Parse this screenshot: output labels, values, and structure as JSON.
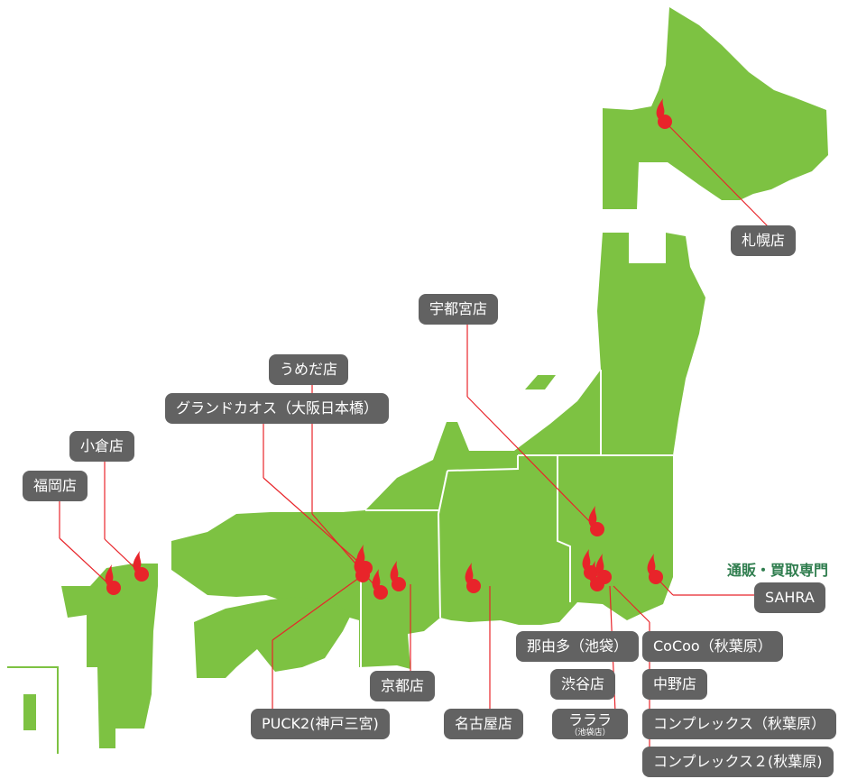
{
  "map": {
    "land_color": "#7dc242",
    "border_color": "#ffffff",
    "pin_color": "#e8242a",
    "leader_color": "#e8242a",
    "label_bg": "#626262",
    "label_text": "#ffffff"
  },
  "heading": "通販・買取専門",
  "stores": [
    {
      "id": "sapporo",
      "label": "札幌店"
    },
    {
      "id": "utsunomiya",
      "label": "宇都宮店"
    },
    {
      "id": "umeda",
      "label": "うめだ店"
    },
    {
      "id": "grand-chaos",
      "label": "グランドカオス（大阪日本橋）"
    },
    {
      "id": "kokura",
      "label": "小倉店"
    },
    {
      "id": "fukuoka",
      "label": "福岡店"
    },
    {
      "id": "sahra",
      "label": "SAHRA"
    },
    {
      "id": "nayuta",
      "label": "那由多（池袋）"
    },
    {
      "id": "cocoo",
      "label": "CoCoo（秋葉原）"
    },
    {
      "id": "shibuya",
      "label": "渋谷店"
    },
    {
      "id": "nakano",
      "label": "中野店"
    },
    {
      "id": "kyoto",
      "label": "京都店"
    },
    {
      "id": "rarara",
      "label": "ラララ",
      "sub": "（池袋店）"
    },
    {
      "id": "complex",
      "label": "コンプレックス（秋葉原）"
    },
    {
      "id": "puck2",
      "label": "PUCK2(神戸三宮)"
    },
    {
      "id": "nagoya",
      "label": "名古屋店"
    },
    {
      "id": "complex2",
      "label": "コンプレックス２(秋葉原)"
    }
  ]
}
